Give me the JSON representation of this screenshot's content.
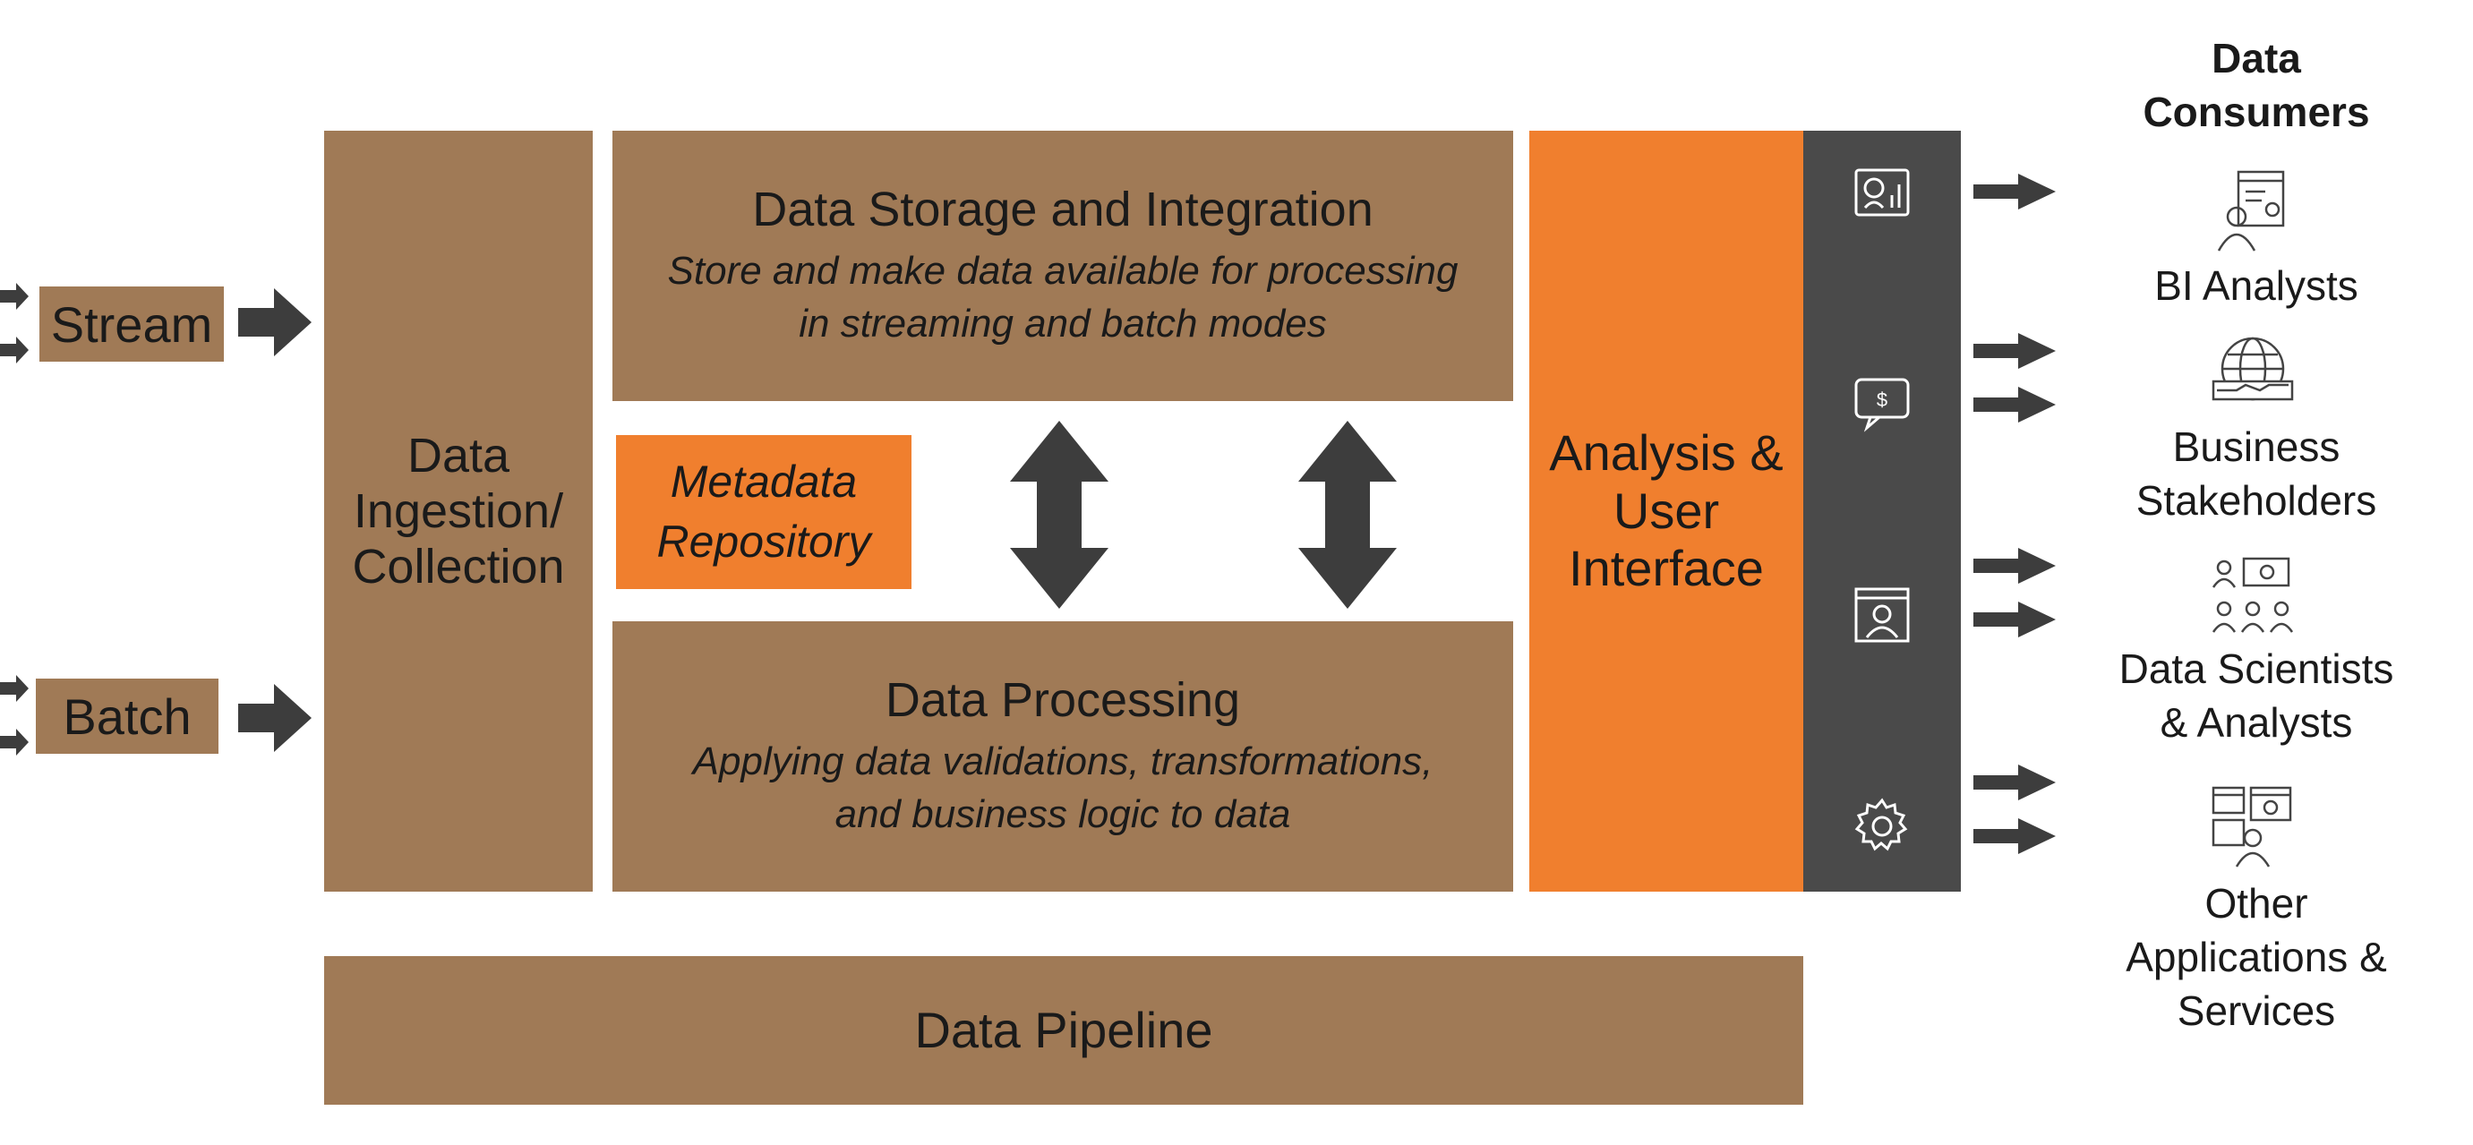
{
  "inputs": {
    "stream_label": "Stream",
    "batch_label": "Batch"
  },
  "ingestion": {
    "title": "Data Ingestion/ Collection"
  },
  "storage": {
    "title": "Data Storage and Integration",
    "subtitle_line1": "Store and make data available for processing",
    "subtitle_line2": "in streaming and batch modes"
  },
  "metadata": {
    "line1": "Metadata",
    "line2": "Repository"
  },
  "processing": {
    "title": "Data Processing",
    "subtitle_line1": "Applying data validations, transformations,",
    "subtitle_line2": "and business logic to data"
  },
  "analysis": {
    "line1": "Analysis &",
    "line2": "User",
    "line3": "Interface"
  },
  "pipeline": {
    "title": "Data Pipeline"
  },
  "interface_icons": [
    "dashboard-icon",
    "chat-icon",
    "user-profile-icon",
    "gear-icon"
  ],
  "consumers": {
    "heading_line1": "Data",
    "heading_line2": "Consumers",
    "items": [
      {
        "line1": "BI Analysts",
        "line2": "",
        "line3": "",
        "icon": "report-user-icon"
      },
      {
        "line1": "Business",
        "line2": "Stakeholders",
        "line3": "",
        "icon": "globe-handshake-icon"
      },
      {
        "line1": "Data Scientists",
        "line2": "& Analysts",
        "line3": "",
        "icon": "team-icon"
      },
      {
        "line1": "Other",
        "line2": "Applications &",
        "line3": "Services",
        "icon": "apps-user-icon"
      }
    ]
  },
  "colors": {
    "brown": "#a07a56",
    "orange": "#f07f2e",
    "dark_panel": "#4a4a4a",
    "arrow": "#3d3d3d"
  }
}
